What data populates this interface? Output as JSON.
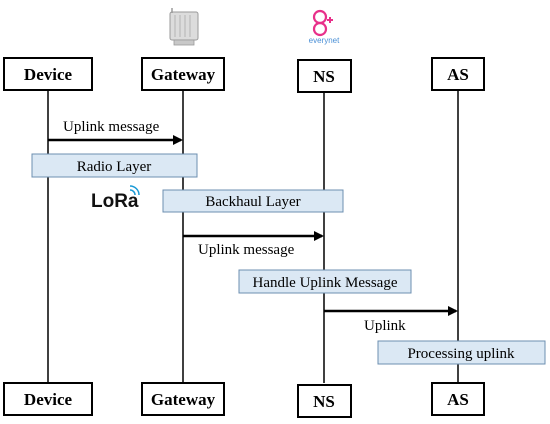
{
  "participants": {
    "device": "Device",
    "gateway": "Gateway",
    "ns": "NS",
    "as": "AS"
  },
  "messages": {
    "m1": "Uplink message",
    "m2": "Uplink message",
    "m3": "Uplink"
  },
  "layers": {
    "radio": "Radio Layer",
    "backhaul": "Backhaul Layer",
    "handle": "Handle Uplink Message",
    "processing": "Processing uplink"
  },
  "logos": {
    "lora": "LoRa",
    "everynet": "everynet"
  },
  "colors": {
    "layer_fill": "#dbe8f4",
    "layer_stroke": "#6d8fb0",
    "everynet": "#e8308a"
  }
}
